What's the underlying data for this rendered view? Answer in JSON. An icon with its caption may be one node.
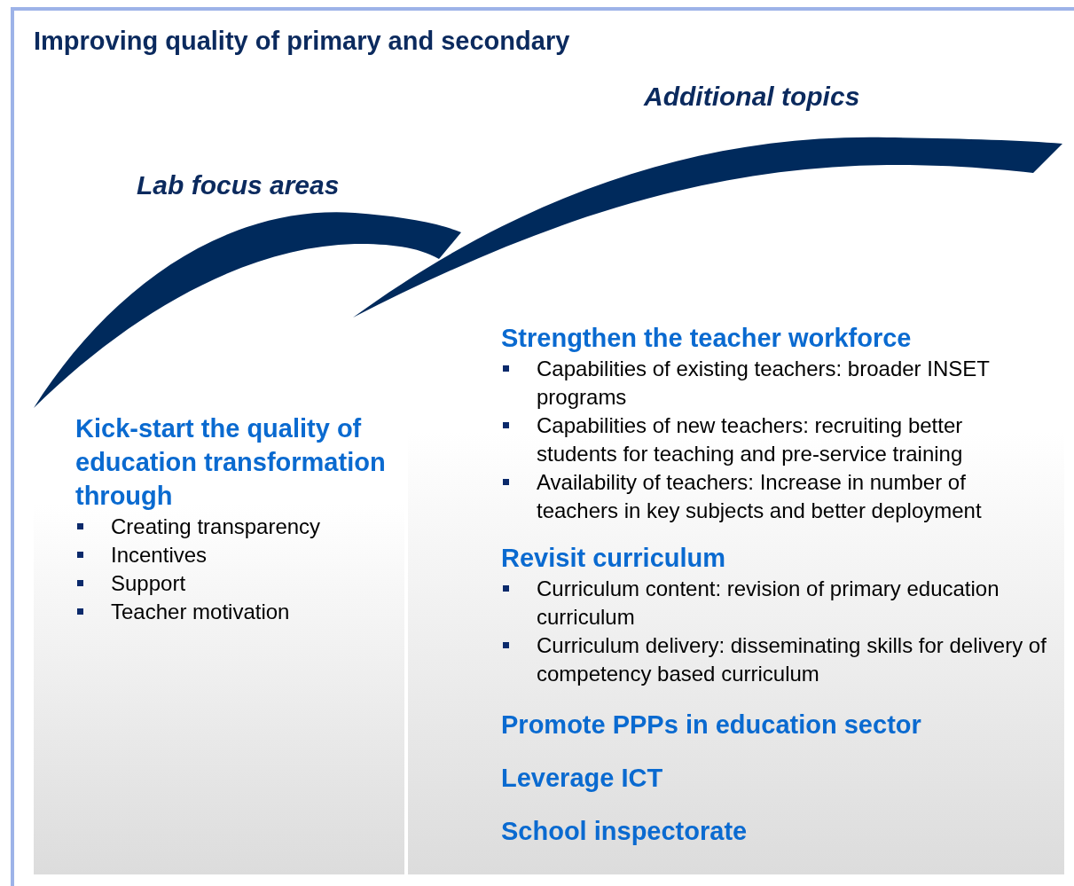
{
  "diagram": {
    "title": "Improving quality of primary and secondary",
    "nodes": [
      {
        "text": [
          "Kick-start the quality of education transformation through",
          "Creating transparency",
          "Incentives",
          "Support",
          "Teacher motivation"
        ]
      },
      {
        "text": [
          "Strengthen the teacher workforce",
          "Capabilities of existing teachers: broader INSET programs",
          "Capabilities of new teachers: recruiting better students for teaching and pre-service training",
          "Availability of teachers: Increase in number of teachers in key subjects and better deployment",
          "Revisit curriculum",
          "Curriculum content: revision of primary education curriculum",
          "Curriculum delivery: disseminating skills for delivery of competency based curriculum",
          "Promote PPPs in education sector",
          "Leverage ICT",
          "School inspectorate"
        ]
      },
      {
        "text": [],
        "shape": "arrow",
        "beside": [
          "Additional topics"
        ]
      },
      {
        "text": [],
        "shape": "arrow",
        "beside": [
          "Lab focus areas"
        ]
      }
    ],
    "edges": []
  }
}
